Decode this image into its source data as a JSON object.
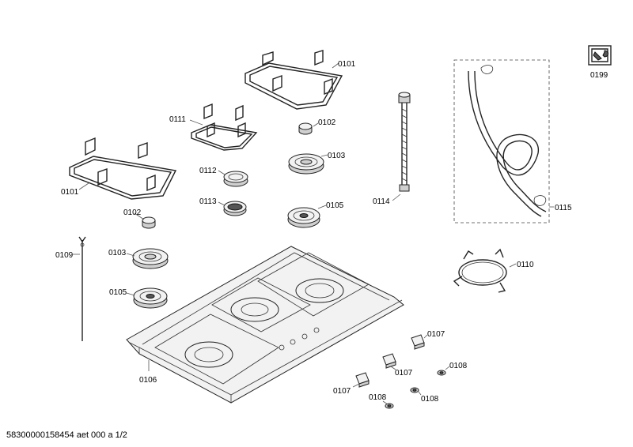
{
  "labels": {
    "rack_large_top": "0101",
    "rack_small": "0111",
    "rack_large_left": "0101",
    "cap_top": "0102",
    "cap_left": "0102",
    "burner_top": "0103",
    "burner_left": "0103",
    "ring_0112": "0112",
    "ring_0113": "0113",
    "burner_0105_top": "0105",
    "burner_0105_left": "0105",
    "rod_0109": "0109",
    "hob_0106": "0106",
    "screw_0114": "0114",
    "hose_0115": "0115",
    "wok_0110": "0110",
    "service_0199": "0199",
    "knob_a": "0107",
    "knob_b": "0107",
    "knob_c": "0107",
    "washer_a": "0108",
    "washer_b": "0108",
    "washer_c": "0108"
  },
  "footer": "58300000158454 aet 000 a 1/2"
}
